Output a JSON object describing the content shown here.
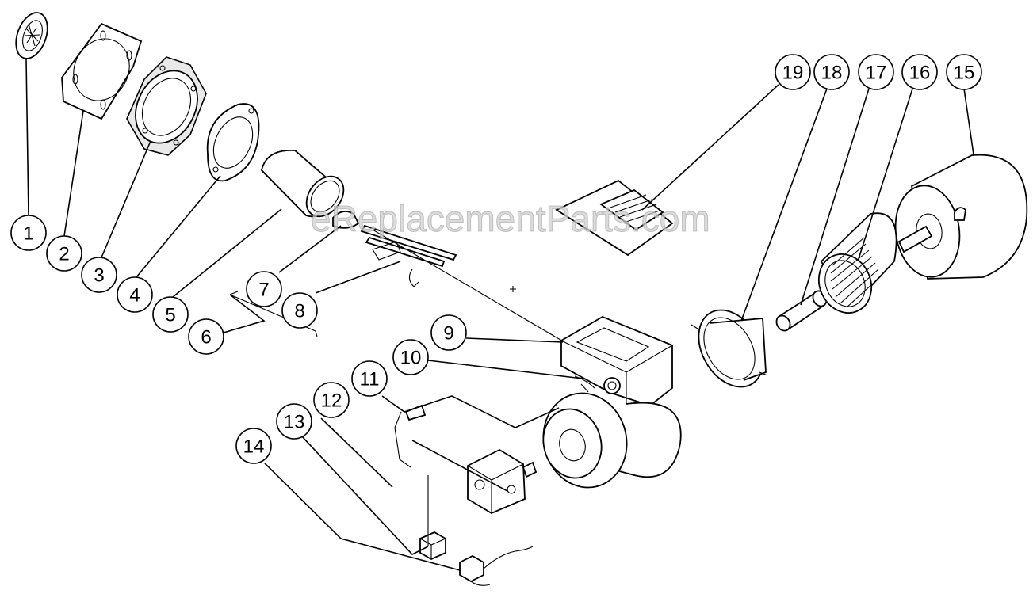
{
  "watermark": "eReplacementParts.com",
  "callouts": [
    {
      "n": "1"
    },
    {
      "n": "2"
    },
    {
      "n": "3"
    },
    {
      "n": "4"
    },
    {
      "n": "5"
    },
    {
      "n": "6"
    },
    {
      "n": "7"
    },
    {
      "n": "8"
    },
    {
      "n": "9"
    },
    {
      "n": "10"
    },
    {
      "n": "11"
    },
    {
      "n": "12"
    },
    {
      "n": "13"
    },
    {
      "n": "14"
    },
    {
      "n": "15"
    },
    {
      "n": "16"
    },
    {
      "n": "17"
    },
    {
      "n": "18"
    },
    {
      "n": "19"
    }
  ]
}
